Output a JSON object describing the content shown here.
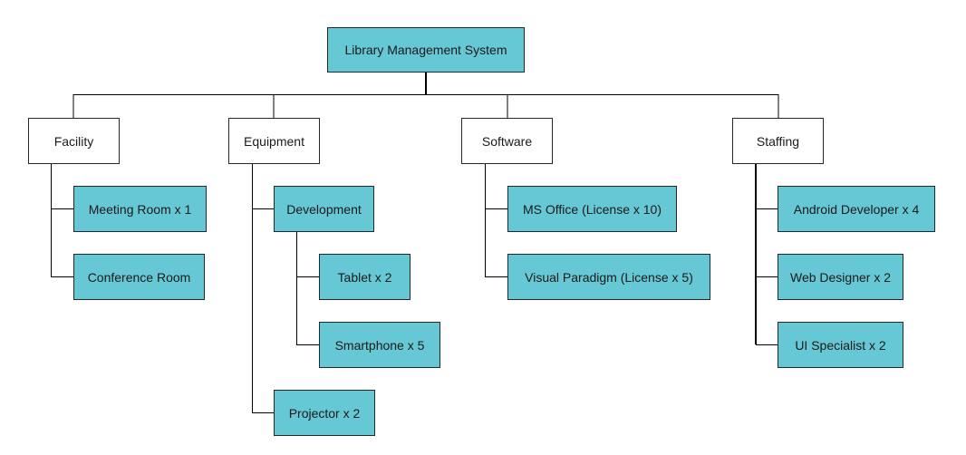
{
  "colors": {
    "leaf_fill": "#66c8d4",
    "category_fill": "#ffffff",
    "line": "#000000"
  },
  "root": {
    "label": "Library Management System"
  },
  "categories": [
    {
      "label": "Facility",
      "children": [
        {
          "label": "Meeting Room x 1"
        },
        {
          "label": "Conference Room"
        }
      ]
    },
    {
      "label": "Equipment",
      "children": [
        {
          "label": "Development",
          "children": [
            {
              "label": "Tablet x 2"
            },
            {
              "label": "Smartphone x 5"
            }
          ]
        },
        {
          "label": "Projector x 2"
        }
      ]
    },
    {
      "label": "Software",
      "children": [
        {
          "label": "MS Office (License x 10)"
        },
        {
          "label": "Visual Paradigm (License x 5)"
        }
      ]
    },
    {
      "label": "Staffing",
      "children": [
        {
          "label": "Android Developer x 4"
        },
        {
          "label": "Web Designer x 2"
        },
        {
          "label": "UI Specialist x 2"
        }
      ]
    }
  ]
}
